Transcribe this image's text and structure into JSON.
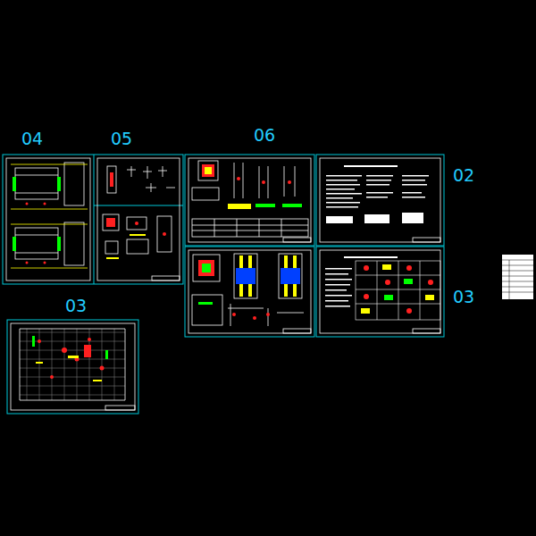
{
  "diagram": {
    "labels": [
      "04",
      "05",
      "06",
      "02",
      "03",
      "03"
    ]
  }
}
